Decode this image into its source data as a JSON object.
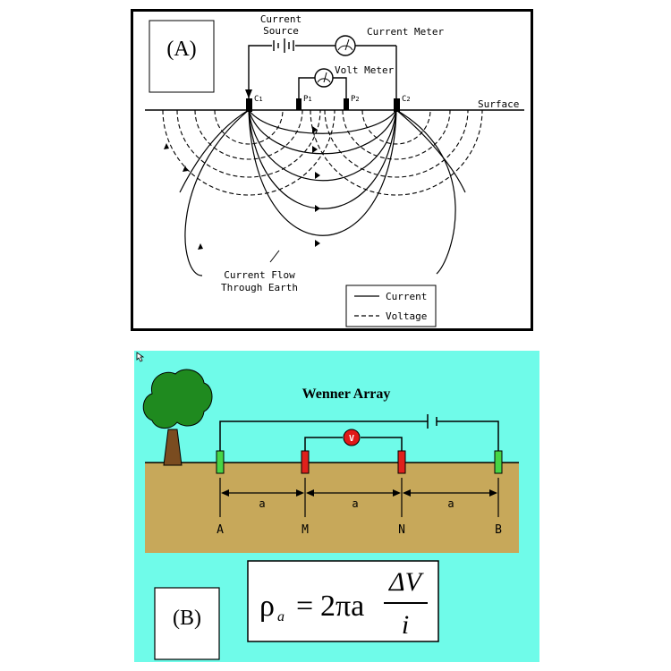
{
  "panel_a": {
    "label": "(A)",
    "current_source": [
      "Current",
      "Source"
    ],
    "current_meter": "Current Meter",
    "volt_meter": "Volt Meter",
    "electrodes": {
      "c1": "C",
      "c1_sub": "1",
      "p1": "P",
      "p1_sub": "1",
      "p2": "P",
      "p2_sub": "2",
      "c2": "C",
      "c2_sub": "2"
    },
    "surface": "Surface",
    "flow_caption": [
      "Current Flow",
      "Through Earth"
    ],
    "legend": {
      "current": "Current",
      "voltage": "Voltage"
    }
  },
  "panel_b": {
    "label": "(B)",
    "title": "Wenner Array",
    "voltmeter_symbol": "V",
    "spacing": [
      "a",
      "a",
      "a"
    ],
    "electrodes": [
      "A",
      "M",
      "N",
      "B"
    ],
    "formula": {
      "lhs": "ρ",
      "lhs_sub": "a",
      "equals": "=",
      "factor": "2πa",
      "numerator": "ΔV",
      "denominator": "i"
    },
    "colors": {
      "background": "#6ffbe9",
      "ground": "#c7a85a",
      "current_electrode": "#46d646",
      "potential_electrode": "#e0201c",
      "voltmeter": "#e01818"
    }
  }
}
